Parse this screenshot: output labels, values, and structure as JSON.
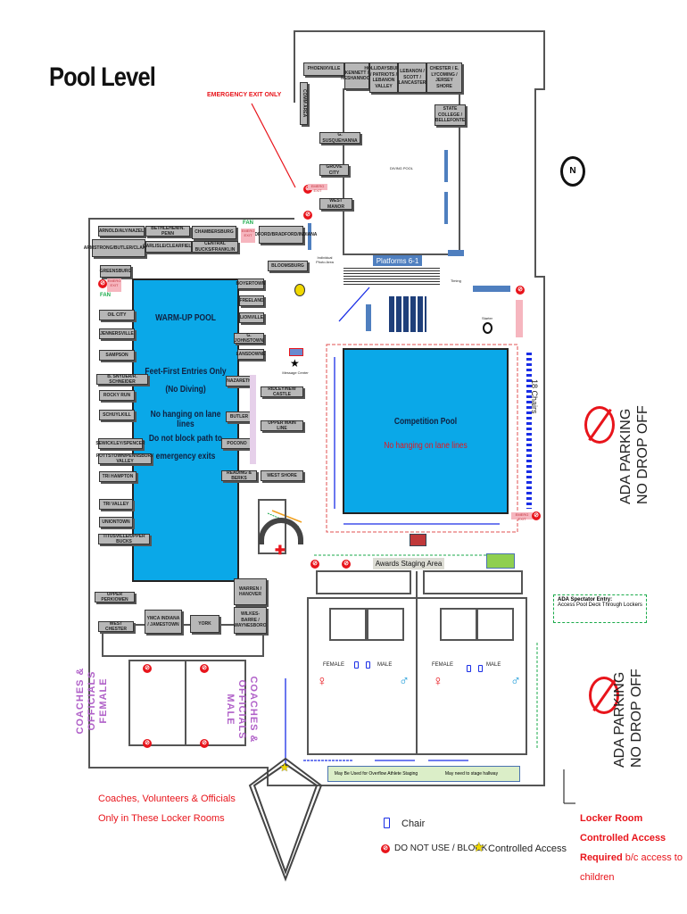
{
  "title": "Pool Level",
  "annotations": {
    "emergency_exit_only": "EMERGENCY EXIT ONLY",
    "coaches_note_line1": "Coaches, Volunteers & Officials",
    "coaches_note_line2": "Only in These Locker Rooms",
    "locker_note_line1": "Locker Room",
    "locker_note_line2": "Controlled Access",
    "locker_note_line3_bold": "Required",
    "locker_note_line3_rest": " b/c access to",
    "locker_note_line4": "children",
    "ada_entry_title": "ADA Spectator Entry:",
    "ada_entry_text": "Access Pool Deck Through Lockers",
    "ada_parking_line1": "ADA PARKING",
    "ada_parking_line2": "NO DROP OFF",
    "chairs_18": "18 Chairs",
    "platforms": "Platforms 6-1",
    "awards_staging": "Awards Staging Area",
    "overflow_line": "May Be Used for Overflow Athlete Staging",
    "storage_hallway": "May need to stage hallway",
    "fan": "FAN",
    "emerg_exit": "EMERG EXIT",
    "individual_photo": "Individual Photo Area",
    "timing": "Timing",
    "starter": "Starter",
    "messages": "Message Center",
    "coaches_female": "COACHES & OFFICIALS FEMALE",
    "coaches_male": "COACHES & OFFICIALS MALE",
    "female": "FEMALE",
    "male": "MALE"
  },
  "pools": {
    "warmup": {
      "name": "WARM-UP POOL",
      "rules": [
        "Feet-First Entries Only",
        "(No Diving)",
        "No hanging on lane lines",
        "Do not block path to",
        "emergency exits"
      ]
    },
    "competition": {
      "name": "Competition Pool",
      "rule": "No hanging on lane lines"
    },
    "diving": "DIVING POOL"
  },
  "team_areas": {
    "top_row": [
      "PHOENIXVILLE",
      "KENNETT / NESHANNOCK",
      "HOLLIDAYSBURG / PATRIOTS / LEBANON VALLEY",
      "LEBANON / SCOTT / LANCASTER",
      "CHESTER / E. LYCOMING / JERSEY SHORE",
      "STATE COLLEGE / BELLEFONTE"
    ],
    "diving_side": [
      "G. SUSQUEHANNA",
      "GROVE CITY",
      "WEST MANOR"
    ],
    "north_left": [
      "ARNOLD/ALY/NAZEL",
      "BETHLEHEM/N. PENN",
      "CHAMBERSBURG",
      "ARMSTRONG/BUTLER/CLARION",
      "CARLISLE/CLEARFIELD",
      "CENTRAL BUCKS/FRANKLIN",
      "BRADFORD/BRADFORD/INDIANA",
      "GREENSBURG",
      "BLOOMSBURG"
    ],
    "warmup_west": [
      "OIL CITY",
      "JENNERSVILLE",
      "SAMPSON",
      "B. SNYDER/R. SCHNEIDER",
      "ROCKY RUN",
      "SCHUYLKILL",
      "SEWICKLEY/SPENCER",
      "POTTSTOWN/PENNSBURY VALLEY",
      "TRI HAMPTON",
      "TRI VALLEY",
      "UNIONTOWN",
      "TITUSVILLE/UPPER BUCKS"
    ],
    "warmup_east": [
      "BOYERTOWN",
      "FREELAND",
      "LIONVILLE",
      "G. JOHNSTOWN",
      "LANSDOWNE",
      "NAZARETH",
      "RIDLEY/NEW CASTLE",
      "BUTLER",
      "UPPER MAIN LINE",
      "POCONO",
      "READING & BERKS",
      "WEST SHORE"
    ],
    "south": [
      "UPPER PERKIOMEN",
      "WEST CHESTER",
      "YMCA INDIANA / JAMESTOWN",
      "YORK",
      "WARREN / HANOVER",
      "WILKES-BARRE / WAYNESBORO"
    ]
  },
  "legend": {
    "chair": "Chair",
    "do_not_use": "DO NOT USE / BLOCK",
    "controlled_access": "Controlled Access"
  },
  "colors": {
    "pool": "#0aa8e8",
    "room": "#b7b7b7",
    "alert": "#e8141b",
    "chair": "#1a2ee6",
    "coach_label": "#b060c8"
  }
}
